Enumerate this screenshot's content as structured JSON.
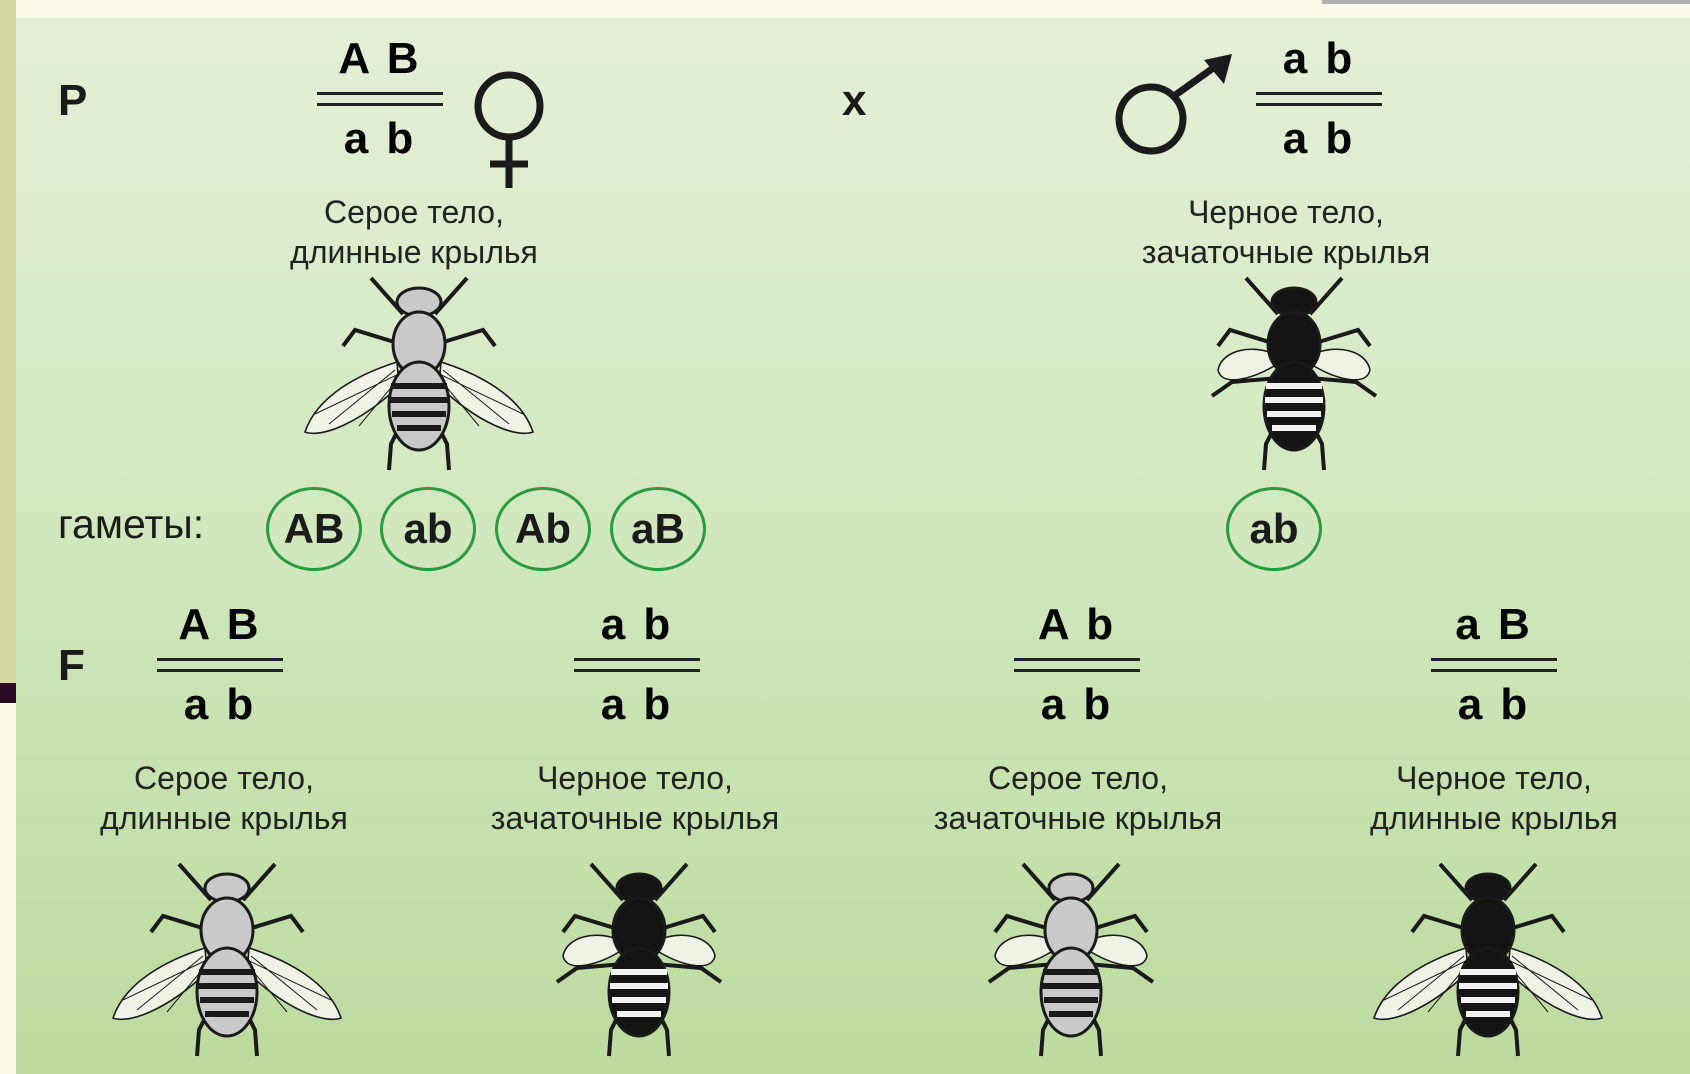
{
  "parents": {
    "label": "P",
    "cross_symbol": "x",
    "female": {
      "genotype_top": "A B",
      "genotype_bottom": "a b",
      "phenotype_line1": "Серое тело,",
      "phenotype_line2": "длинные крылья",
      "sex_icon": "female-symbol-icon",
      "body_color": "#c9c9c9",
      "wings": "long"
    },
    "male": {
      "genotype_top": "a b",
      "genotype_bottom": "a b",
      "phenotype_line1": "Черное тело,",
      "phenotype_line2": "зачаточные крылья",
      "sex_icon": "male-symbol-icon",
      "body_color": "#141414",
      "wings": "vestigial"
    }
  },
  "gametes": {
    "label": "гаметы:",
    "female": [
      "AB",
      "ab",
      "Ab",
      "aB"
    ],
    "male": [
      "ab"
    ],
    "circle_color": "#2a9a41"
  },
  "offspring": {
    "label": "F",
    "items": [
      {
        "genotype_top": "A B",
        "genotype_bottom": "a b",
        "phenotype_line1": "Серое тело,",
        "phenotype_line2": "длинные крылья",
        "body_color": "#c9c9c9",
        "wings": "long"
      },
      {
        "genotype_top": "a b",
        "genotype_bottom": "a b",
        "phenotype_line1": "Черное тело,",
        "phenotype_line2": "зачаточные крылья",
        "body_color": "#141414",
        "wings": "vestigial"
      },
      {
        "genotype_top": "A b",
        "genotype_bottom": "a b",
        "phenotype_line1": "Серое тело,",
        "phenotype_line2": "зачаточные крылья",
        "body_color": "#c9c9c9",
        "wings": "vestigial"
      },
      {
        "genotype_top": "a B",
        "genotype_bottom": "a b",
        "phenotype_line1": "Черное тело,",
        "phenotype_line2": "длинные крылья",
        "body_color": "#141414",
        "wings": "long"
      }
    ]
  },
  "colors": {
    "panel_top": "#e4efd6",
    "panel_bottom": "#bcda9f",
    "frame": "#d6d8a4",
    "ink": "#1b1b1b"
  }
}
